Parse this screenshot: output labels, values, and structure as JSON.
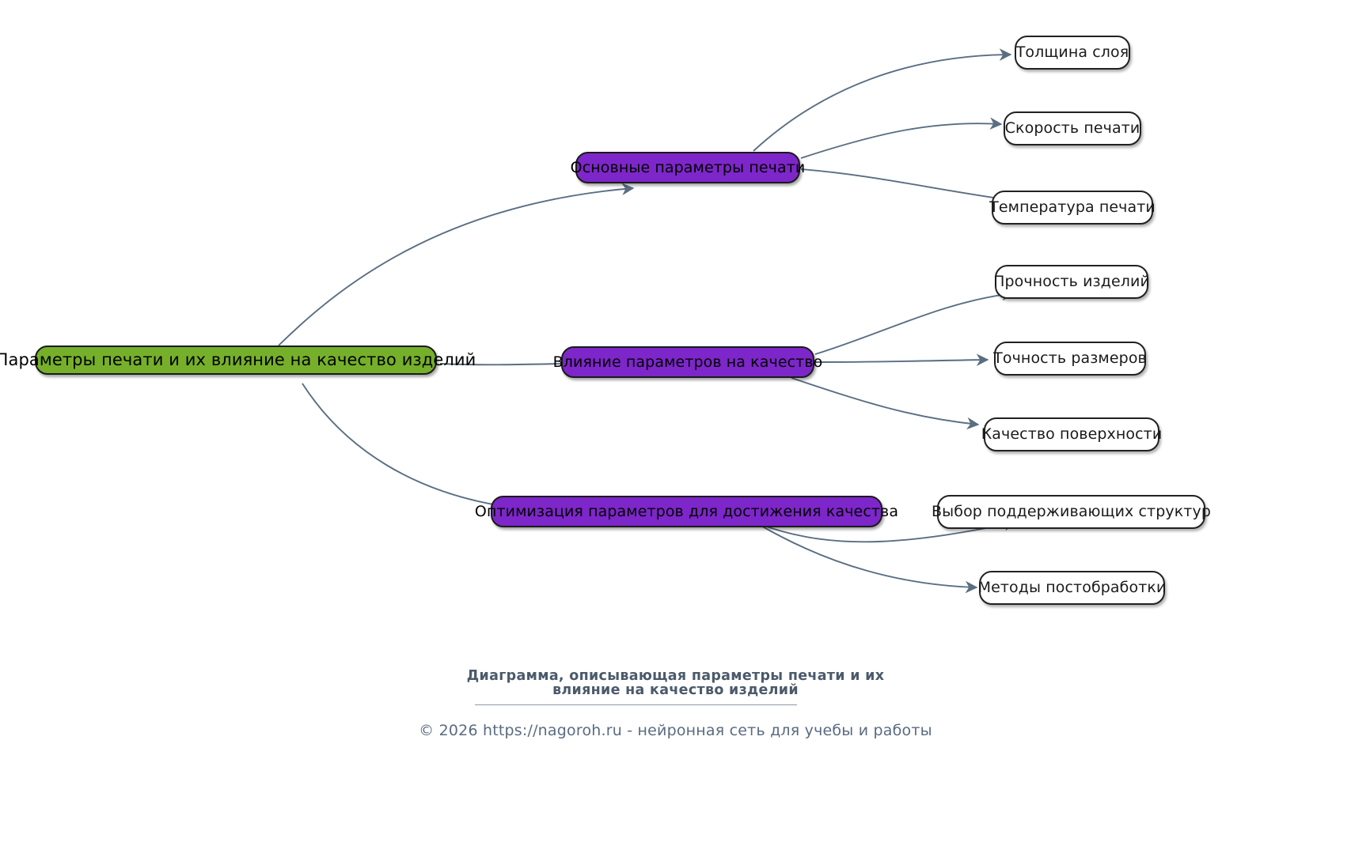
{
  "diagram": {
    "type": "mindmap",
    "direction": "left-to-right",
    "background_color": "#ffffff",
    "root": {
      "id": "root",
      "label": "Параметры печати и их влияние на качество изделий",
      "color": "#76b02a",
      "text_color": "#000000"
    },
    "branch_color": "#7d26c9",
    "leaf_color": "#ffffff",
    "edge_color": "#5a6e82",
    "branches": [
      {
        "id": "b1",
        "label": "Основные параметры печати",
        "children": [
          {
            "id": "b1c1",
            "label": "Толщина слоя"
          },
          {
            "id": "b1c2",
            "label": "Скорость печати"
          },
          {
            "id": "b1c3",
            "label": "Температура печати"
          }
        ]
      },
      {
        "id": "b2",
        "label": "Влияние параметров на качество",
        "children": [
          {
            "id": "b2c1",
            "label": "Прочность изделий"
          },
          {
            "id": "b2c2",
            "label": "Точность размеров"
          },
          {
            "id": "b2c3",
            "label": "Качество поверхности"
          }
        ]
      },
      {
        "id": "b3",
        "label": "Оптимизация параметров для достижения качества",
        "children": [
          {
            "id": "b3c1",
            "label": "Выбор поддерживающих структур"
          },
          {
            "id": "b3c2",
            "label": "Методы постобработки"
          }
        ]
      }
    ]
  },
  "caption": {
    "line1": "Диаграмма, описывающая параметры печати и их",
    "line2": "влияние на качество изделий"
  },
  "footer": {
    "copyright": "© 2026 https://nagoroh.ru - нейронная сеть для учебы и работы"
  }
}
